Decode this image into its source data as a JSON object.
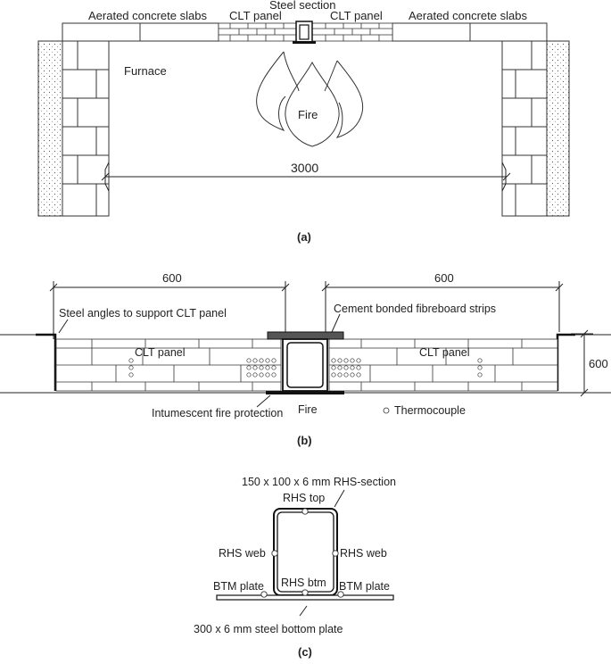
{
  "panel_a": {
    "caption": "(a)",
    "label_slab_left": "Aerated concrete slabs",
    "label_slab_right": "Aerated concrete slabs",
    "label_steel_section": "Steel section",
    "label_clt_left": "CLT panel",
    "label_clt_right": "CLT panel",
    "label_furnace": "Furnace",
    "label_fire": "Fire",
    "dimension": "3000"
  },
  "panel_b": {
    "caption": "(b)",
    "dim_left": "600",
    "dim_right": "600",
    "dim_height": "600",
    "label_steel_angles": "Steel angles to support CLT panel",
    "label_fibreboard": "Cement bonded fibreboard strips",
    "label_clt_left": "CLT panel",
    "label_clt_right": "CLT panel",
    "label_intumescent": "Intumescent fire protection",
    "label_fire": "Fire",
    "legend_thermocouple": "Thermocouple"
  },
  "panel_c": {
    "caption": "(c)",
    "label_rhs_section": "150 x 100 x 6 mm RHS-section",
    "label_rhs_top": "RHS top",
    "label_rhs_web_left": "RHS web",
    "label_rhs_web_right": "RHS web",
    "label_rhs_btm": "RHS btm",
    "label_btm_plate_left": "BTM plate",
    "label_btm_plate_right": "BTM plate",
    "label_bottom_plate": "300 x 6 mm steel bottom plate"
  }
}
